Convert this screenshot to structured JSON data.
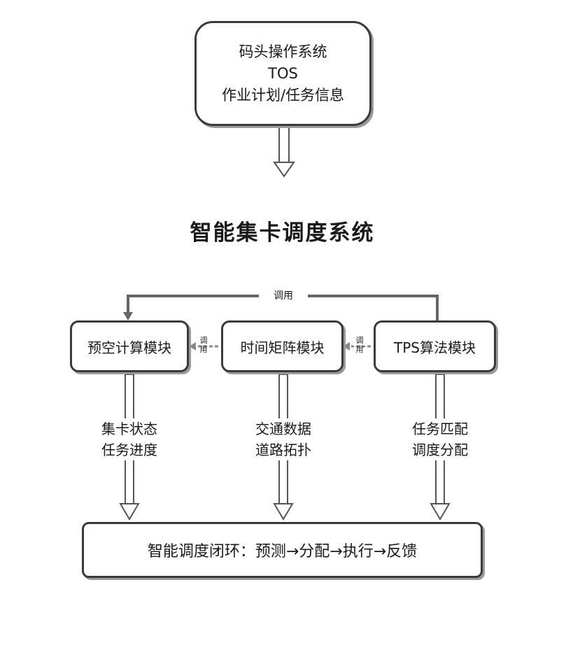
{
  "tos": {
    "lines": [
      "码头操作系统",
      "TOS",
      "作业计划/任务信息"
    ]
  },
  "system": {
    "title": "智能集卡调度系统"
  },
  "call_label_top": "调用",
  "call_label_left": [
    "调",
    "用"
  ],
  "call_label_right": [
    "调",
    "用"
  ],
  "modules": [
    {
      "name": "预空计算模块"
    },
    {
      "name": "时间矩阵模块"
    },
    {
      "name": "TPS算法模块"
    }
  ],
  "outputs": [
    {
      "lines": [
        "集卡状态",
        "任务进度"
      ]
    },
    {
      "lines": [
        "交通数据",
        "道路拓扑"
      ]
    },
    {
      "lines": [
        "任务匹配",
        "调度分配"
      ]
    }
  ],
  "loop": {
    "text": "智能调度闭环：预测→分配→执行→反馈"
  }
}
